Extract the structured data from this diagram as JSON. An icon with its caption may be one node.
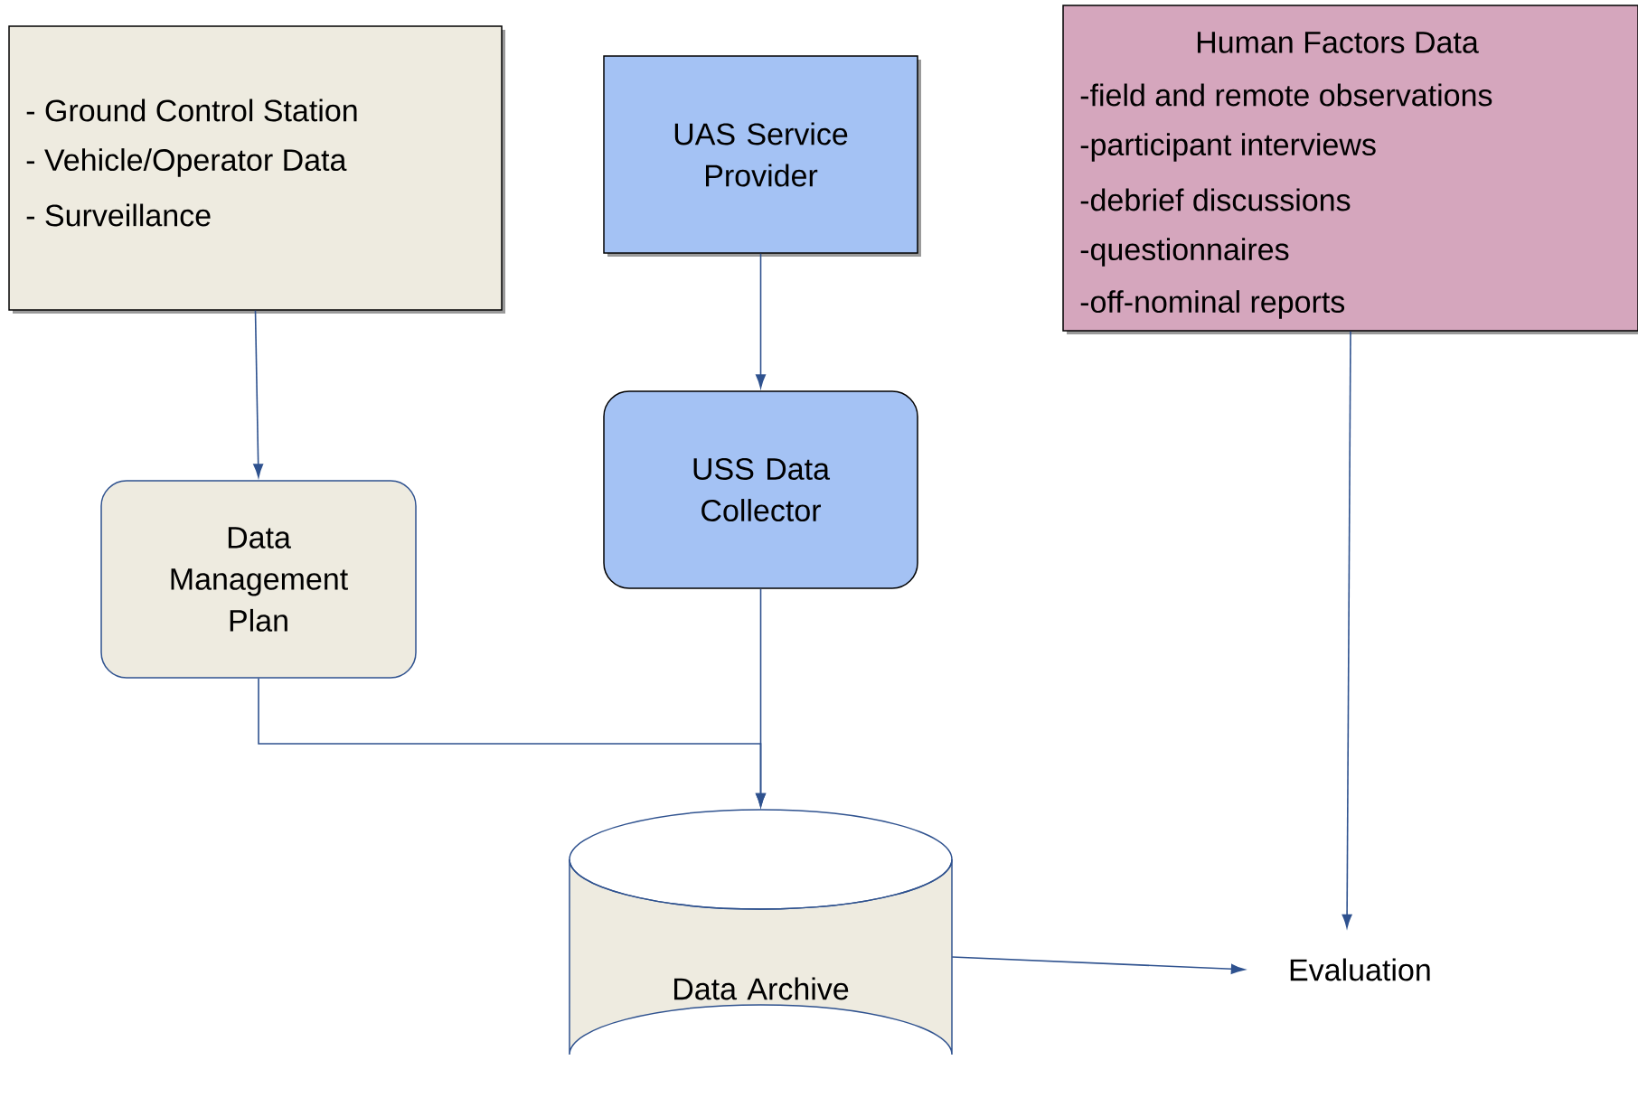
{
  "diagram": {
    "nodes": [
      {
        "text": [
          "- Ground Control Station",
          "- Vehicle/Operator Data",
          "- Surveillance"
        ]
      },
      {
        "text": [
          "UAS Service Provider"
        ]
      },
      {
        "text": [
          "Human Factors Data",
          "-field and remote observations",
          "-participant interviews",
          "-debrief discussions",
          "-questionnaires",
          "-off-nominal reports"
        ]
      },
      {
        "text": [
          "Data Management Plan"
        ]
      },
      {
        "text": [
          "USS Data Collector"
        ]
      },
      {
        "text": [
          "Data Archive"
        ]
      },
      {
        "text": [
          "Evaluation"
        ]
      }
    ],
    "edges": [
      {
        "from": 0,
        "to": 3,
        "arrow": "to"
      },
      {
        "from": 1,
        "to": 4,
        "arrow": "to"
      },
      {
        "from": 3,
        "to": 5,
        "arrow": "to"
      },
      {
        "from": 4,
        "to": 5,
        "arrow": "to"
      },
      {
        "from": 2,
        "to": 6,
        "arrow": "to"
      },
      {
        "from": 5,
        "to": 6,
        "arrow": "to"
      }
    ]
  }
}
